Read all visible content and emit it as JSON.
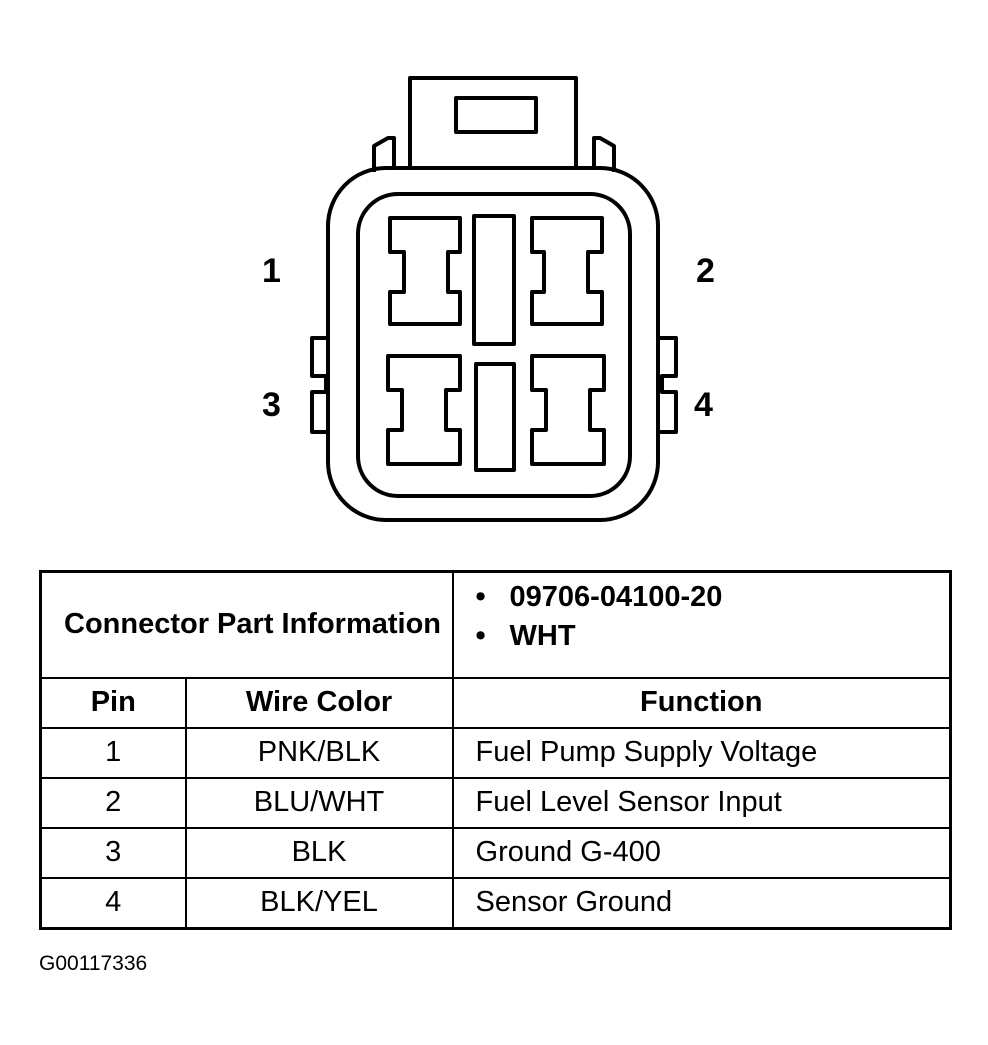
{
  "connector": {
    "pin_labels": [
      "1",
      "2",
      "3",
      "4"
    ]
  },
  "table": {
    "info_label": "Connector Part Information",
    "info_values": [
      "09706-04100-20",
      "WHT"
    ],
    "headers": {
      "pin": "Pin",
      "wire_color": "Wire Color",
      "function": "Function"
    },
    "rows": [
      {
        "pin": "1",
        "wire_color": "PNK/BLK",
        "function": "Fuel Pump Supply Voltage"
      },
      {
        "pin": "2",
        "wire_color": "BLU/WHT",
        "function": "Fuel Level Sensor Input"
      },
      {
        "pin": "3",
        "wire_color": "BLK",
        "function": "Ground G-400"
      },
      {
        "pin": "4",
        "wire_color": "BLK/YEL",
        "function": "Sensor Ground"
      }
    ]
  },
  "figure_id": "G00117336"
}
